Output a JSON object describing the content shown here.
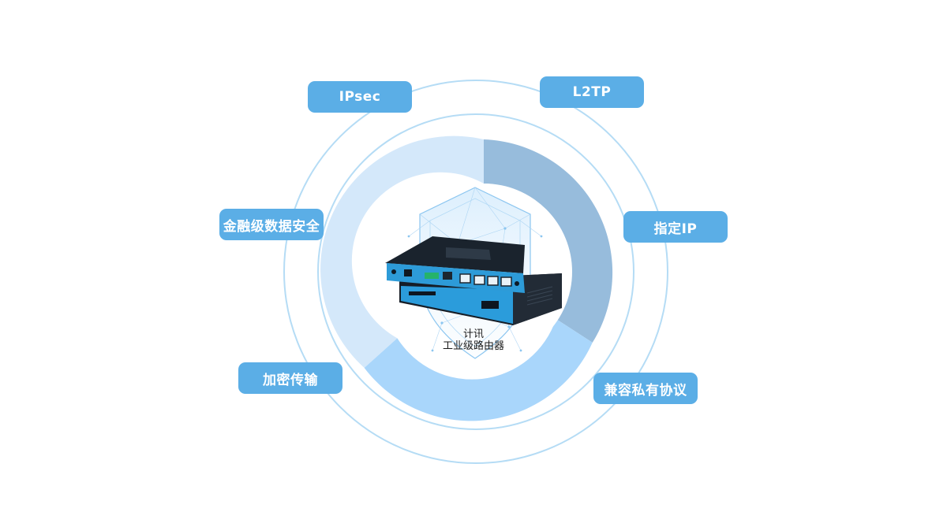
{
  "features": {
    "ipsec": "IPsec",
    "l2tp": "L2TP",
    "finance_security": "金融级数据安全",
    "fixed_ip": "指定IP",
    "encrypted_transfer": "加密传输",
    "private_protocol": "兼容私有协议"
  },
  "center": {
    "brand": "计讯",
    "device": "工业级路由器"
  },
  "colors": {
    "tag_background": "#5baee6",
    "ring_outer": "#b5dcf5",
    "donut_light": "#d4e8fa",
    "donut_dark": "#97bcdc",
    "donut_mid": "#a9d6fb",
    "router_body": "#1d2732",
    "router_panel": "#2d9bd8"
  },
  "icons": [
    "shield-icon",
    "router-image"
  ]
}
